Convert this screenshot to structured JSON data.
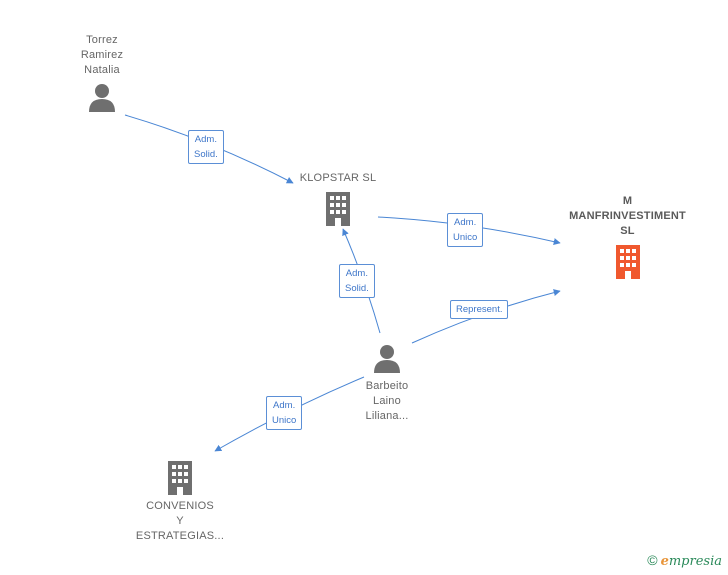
{
  "nodes": {
    "torrez": {
      "label": "Torrez\nRamirez\nNatalia",
      "kind": "person"
    },
    "klopstar": {
      "label": "KLOPSTAR  SL",
      "kind": "company"
    },
    "manfrin": {
      "label": "M\nMANFRINVESTIMENT\nSL",
      "kind": "company-highlight"
    },
    "barbeito": {
      "label": "Barbeito\nLaino\nLiliana...",
      "kind": "person"
    },
    "convenios": {
      "label": "CONVENIOS\nY\nESTRATEGIAS...",
      "kind": "company"
    }
  },
  "edges": {
    "torrez_klopstar": "Adm.\nSolid.",
    "klopstar_manfrin": "Adm.\nUnico",
    "barbeito_klopstar": "Adm.\nSolid.",
    "barbeito_manfrin": "Represent.",
    "barbeito_convenios": "Adm.\nUnico"
  },
  "colors": {
    "edge": "#4a86d4",
    "icon": "#6f6f6f",
    "highlight": "#f0582e"
  },
  "footer": {
    "copyright": "©",
    "brand_initial": "e",
    "brand_rest": "mpresia"
  }
}
